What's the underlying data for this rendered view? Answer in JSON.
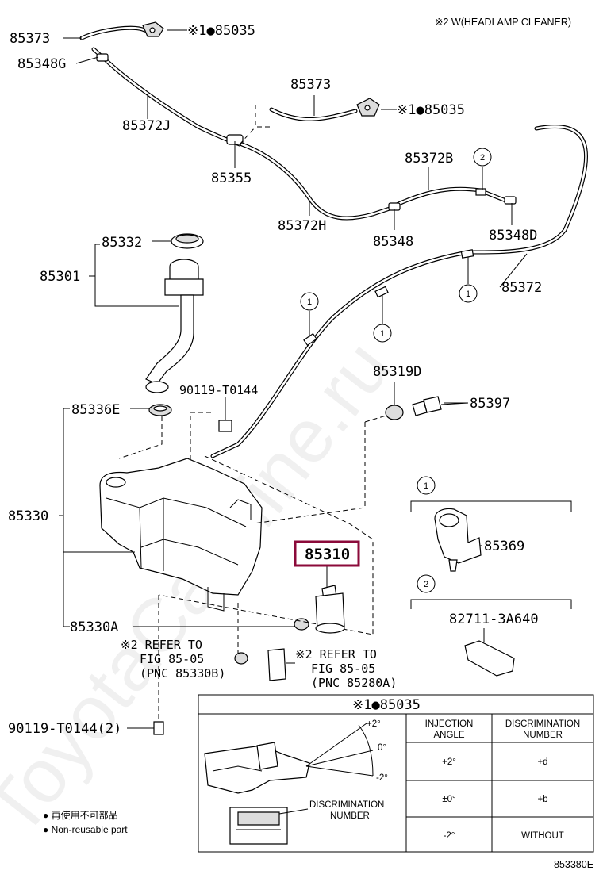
{
  "header_note": "※2 W(HEADLAMP CLEANER)",
  "diagram_code": "853380E",
  "watermark": "ToyotaCarMine.ru",
  "labels": {
    "p85373a": "85373",
    "p85035a": "※1●85035",
    "p85348G": "85348G",
    "p85372J": "85372J",
    "p85373b": "85373",
    "p85035b": "※1●85035",
    "p85355": "85355",
    "p85372B": "85372B",
    "p85372H": "85372H",
    "p85348": "85348",
    "p85348D": "85348D",
    "p85332": "85332",
    "p85301": "85301",
    "p85372": "85372",
    "p90119a": "90119-T0144",
    "p85319D": "85319D",
    "p85336E": "85336E",
    "p85397": "85397",
    "p85330": "85330",
    "p85310": "85310",
    "p85369": "85369",
    "p85330A": "85330A",
    "p82711": "82711-3A640",
    "ref1a": "※2 REFER TO",
    "ref1b": "FIG 85-05",
    "ref1c": "(PNC 85330B)",
    "ref2a": "※2 REFER TO",
    "ref2b": "FIG 85-05",
    "ref2c": "(PNC 85280A)",
    "p90119b": "90119-T0144(2)"
  },
  "callouts": {
    "one": "1",
    "two": "2"
  },
  "table": {
    "title": "※1●85035",
    "col1": [
      "INJECTION",
      "ANGLE"
    ],
    "col2": [
      "DISCRIMINATION",
      "NUMBER"
    ],
    "rows": [
      {
        "angle": "+2°",
        "number": "+d"
      },
      {
        "angle": "±0°",
        "number": "+b"
      },
      {
        "angle": "-2°",
        "number": "WITHOUT"
      }
    ],
    "angle_marks": [
      "+2°",
      "0°",
      "-2°"
    ],
    "disc_label": [
      "DISCRIMINATION",
      "NUMBER"
    ]
  },
  "legend": {
    "jp": "● 再使用不可部品",
    "en": "● Non-reusable part"
  },
  "colors": {
    "highlight": "#8b0a3a"
  }
}
